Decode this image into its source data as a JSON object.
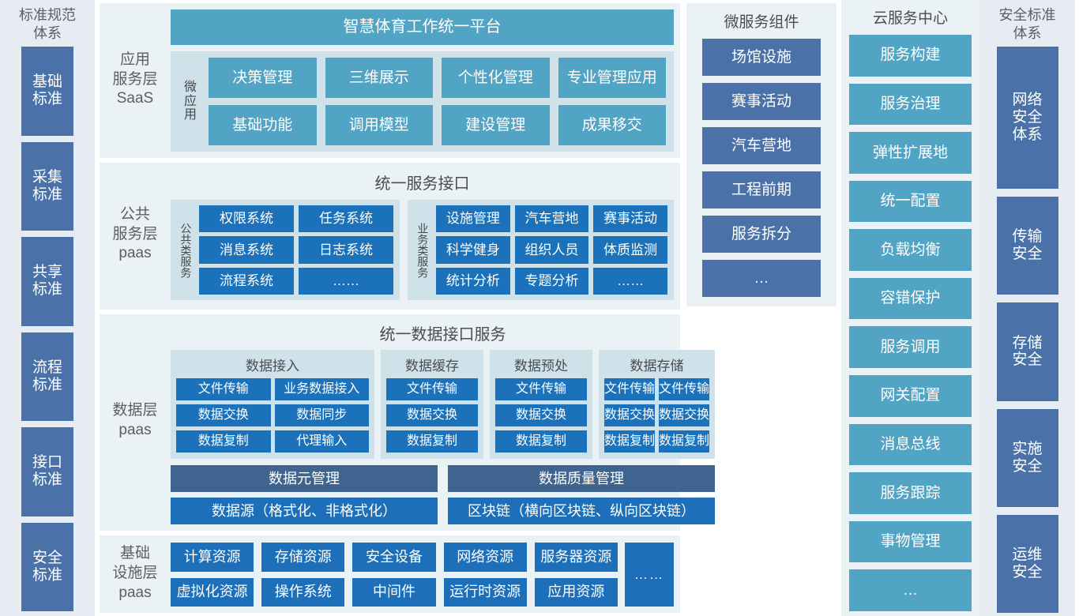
{
  "standards_column": {
    "title": "标准规范\n体系",
    "title_lines": [
      "标准规范",
      "体系"
    ],
    "items": [
      {
        "label": "基础\n标准",
        "lines": [
          "基础",
          "标准"
        ]
      },
      {
        "label": "采集\n标准",
        "lines": [
          "采集",
          "标准"
        ]
      },
      {
        "label": "共享\n标准",
        "lines": [
          "共享",
          "标准"
        ]
      },
      {
        "label": "流程\n标准",
        "lines": [
          "流程",
          "标准"
        ]
      },
      {
        "label": "接口\n标准",
        "lines": [
          "接口",
          "标准"
        ]
      },
      {
        "label": "安全\n标准",
        "lines": [
          "安全",
          "标准"
        ]
      }
    ]
  },
  "application_layer": {
    "label": "应用\n服务层\nSaaS",
    "label_lines": [
      "应用",
      "服务层",
      "SaaS"
    ],
    "banner": "智慧体育工作统一平台",
    "group_label": "微应用",
    "group_label_chars": [
      "微",
      "应",
      "用"
    ],
    "apps_row1": [
      "决策管理",
      "三维展示",
      "个性化管理",
      "专业管理应用"
    ],
    "apps_row2": [
      "基础功能",
      "调用模型",
      "建设管理",
      "成果移交"
    ]
  },
  "public_service_layer": {
    "label": "公共\n服务层\npaas",
    "label_lines": [
      "公共",
      "服务层",
      "paas"
    ],
    "title": "统一服务接口",
    "groups": [
      {
        "vlabel": "公共类服务",
        "items": [
          "权限系统",
          "任务系统",
          "消息系统",
          "日志系统",
          "流程系统",
          "……"
        ]
      },
      {
        "vlabel": "业务类服务",
        "items": [
          "设施管理",
          "汽车营地",
          "赛事活动",
          "科学健身",
          "组织人员",
          "体质监测",
          "统计分析",
          "专题分析",
          "……"
        ]
      }
    ]
  },
  "data_layer": {
    "label": "数据层\npaas",
    "label_lines": [
      "数据层",
      "paas"
    ],
    "title": "统一数据接口服务",
    "groups": [
      {
        "title": "数据接入",
        "columns": 2,
        "items": [
          "文件传输",
          "业务数据接入",
          "数据交换",
          "数据同步",
          "数据复制",
          "代理输入"
        ]
      },
      {
        "title": "数据缓存",
        "columns": 1,
        "items": [
          "文件传输",
          "数据交换",
          "数据复制"
        ]
      },
      {
        "title": "数据预处",
        "columns": 1,
        "items": [
          "文件传输",
          "数据交换",
          "数据复制"
        ]
      },
      {
        "title": "数据存储",
        "columns": 2,
        "items": [
          "文件传输",
          "文件传输",
          "数据交换",
          "数据交换",
          "数据复制",
          "数据复制"
        ]
      }
    ],
    "management_row": [
      "数据元管理",
      "数据质量管理"
    ],
    "source_row": [
      "数据源（格式化、非格式化）",
      "区块链（横向区块链、纵向区块链）"
    ]
  },
  "infrastructure_layer": {
    "label": "基础\n设施层\npaas",
    "label_lines": [
      "基础",
      "设施层",
      "paas"
    ],
    "row1": [
      "计算资源",
      "存储资源",
      "安全设备",
      "网络资源",
      "服务器资源"
    ],
    "row2": [
      "虚拟化资源",
      "操作系统",
      "中间件",
      "运行时资源",
      "应用资源"
    ],
    "more": "……"
  },
  "microservice_components": {
    "title": "微服务组件",
    "items": [
      "场馆设施",
      "赛事活动",
      "汽车营地",
      "工程前期",
      "服务拆分",
      "…"
    ]
  },
  "cloud_service_center": {
    "title": "云服务中心",
    "items": [
      "服务构建",
      "服务治理",
      "弹性扩展地",
      "统一配置",
      "负载均衡",
      "容错保护",
      "服务调用",
      "网关配置",
      "消息总线",
      "服务跟踪",
      "事物管理",
      "…"
    ]
  },
  "security_column": {
    "title": "安全标准\n体系",
    "title_lines": [
      "安全标准",
      "体系"
    ],
    "items": [
      {
        "label": "网络\n安全\n体系",
        "lines": [
          "网络",
          "安全",
          "体系"
        ],
        "size": "big"
      },
      {
        "label": "传输\n安全",
        "lines": [
          "传输",
          "安全"
        ],
        "size": "norm"
      },
      {
        "label": "存储\n安全",
        "lines": [
          "存储",
          "安全"
        ],
        "size": "norm"
      },
      {
        "label": "实施\n安全",
        "lines": [
          "实施",
          "安全"
        ],
        "size": "norm"
      },
      {
        "label": "运维\n安全",
        "lines": [
          "运维",
          "安全"
        ],
        "size": "norm"
      }
    ]
  },
  "colors": {
    "slate": "#4b72a8",
    "teal": "#52a4c4",
    "blue": "#1b72bb",
    "dark_slate": "#3f648f",
    "brand_blue": "#1c6fb8",
    "panel_bg": "#eaf2f5",
    "group_bg": "#cfe2ea",
    "column_bg": "#e7ebf2",
    "text_grey": "#5c5f66"
  }
}
